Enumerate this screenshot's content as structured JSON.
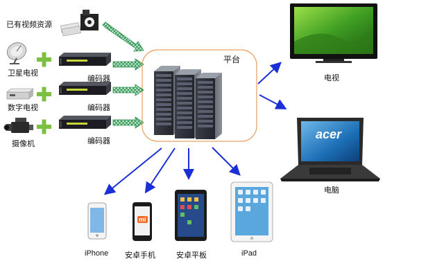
{
  "sources": {
    "existing_video": "已有视频资源",
    "satellite_tv": "卫星电视",
    "digital_tv": "数字电视",
    "camera": "摄像机"
  },
  "encoders": [
    "编码器",
    "编码器",
    "编码器"
  ],
  "platform": {
    "label": "平台"
  },
  "outputs": {
    "tv": "电视",
    "computer": "电脑",
    "laptop_brand": "acer"
  },
  "mobile": {
    "iphone": "iPhone",
    "android_phone": "安卓手机",
    "phone_logo": "mi",
    "android_tablet": "安卓平板",
    "ipad": "iPad"
  },
  "colors": {
    "arrow_blue": "#1a2fd6",
    "hatched_green": "#3aa860",
    "plus_green": "#7cc041",
    "platform_border": "#e8a060",
    "encoder_body": "#1c1c22"
  }
}
